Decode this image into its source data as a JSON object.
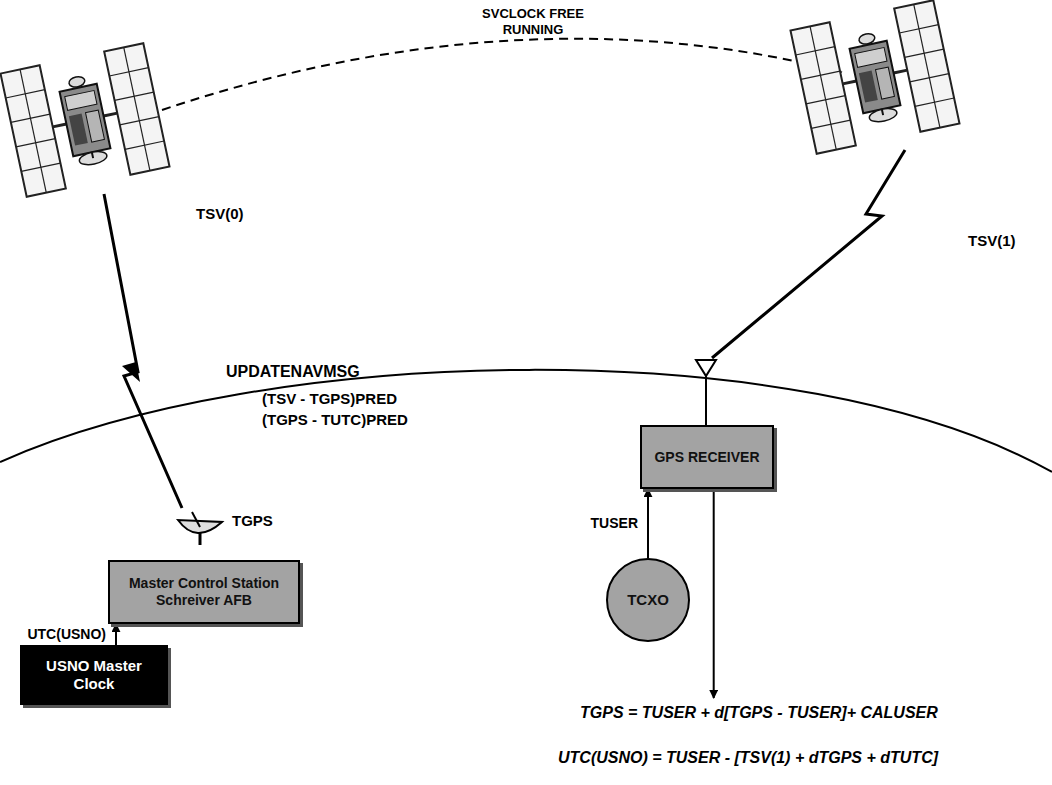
{
  "diagram": {
    "nodes": [
      {
        "text": [
          "USNO Master Clock"
        ]
      },
      {
        "text": [
          "Master Control Station Schreiver AFB"
        ]
      },
      {
        "text": [
          "GPS RECEIVER"
        ]
      },
      {
        "text": [
          "TCXO"
        ]
      }
    ],
    "edges": [
      {
        "from": 0,
        "to": 1,
        "arrow": "to",
        "label": "UTC(USNO)"
      },
      {
        "from": 3,
        "to": 2,
        "arrow": "to",
        "label": "TUSER"
      }
    ],
    "labels": [
      "SVCLOCK FREE RUNNING",
      "TSV(0)",
      "TSV(1)",
      "UPDATENAVMSG",
      "(TSV - TGPS)PRED",
      "(TGPS - TUTC)PRED",
      "TGPS",
      "TGPS = TUSER + d[TGPS - TUSER]+ CALUSER",
      "UTC(USNO) = TUSER - [TSV(1) + dTGPS + dTUTC]"
    ]
  }
}
